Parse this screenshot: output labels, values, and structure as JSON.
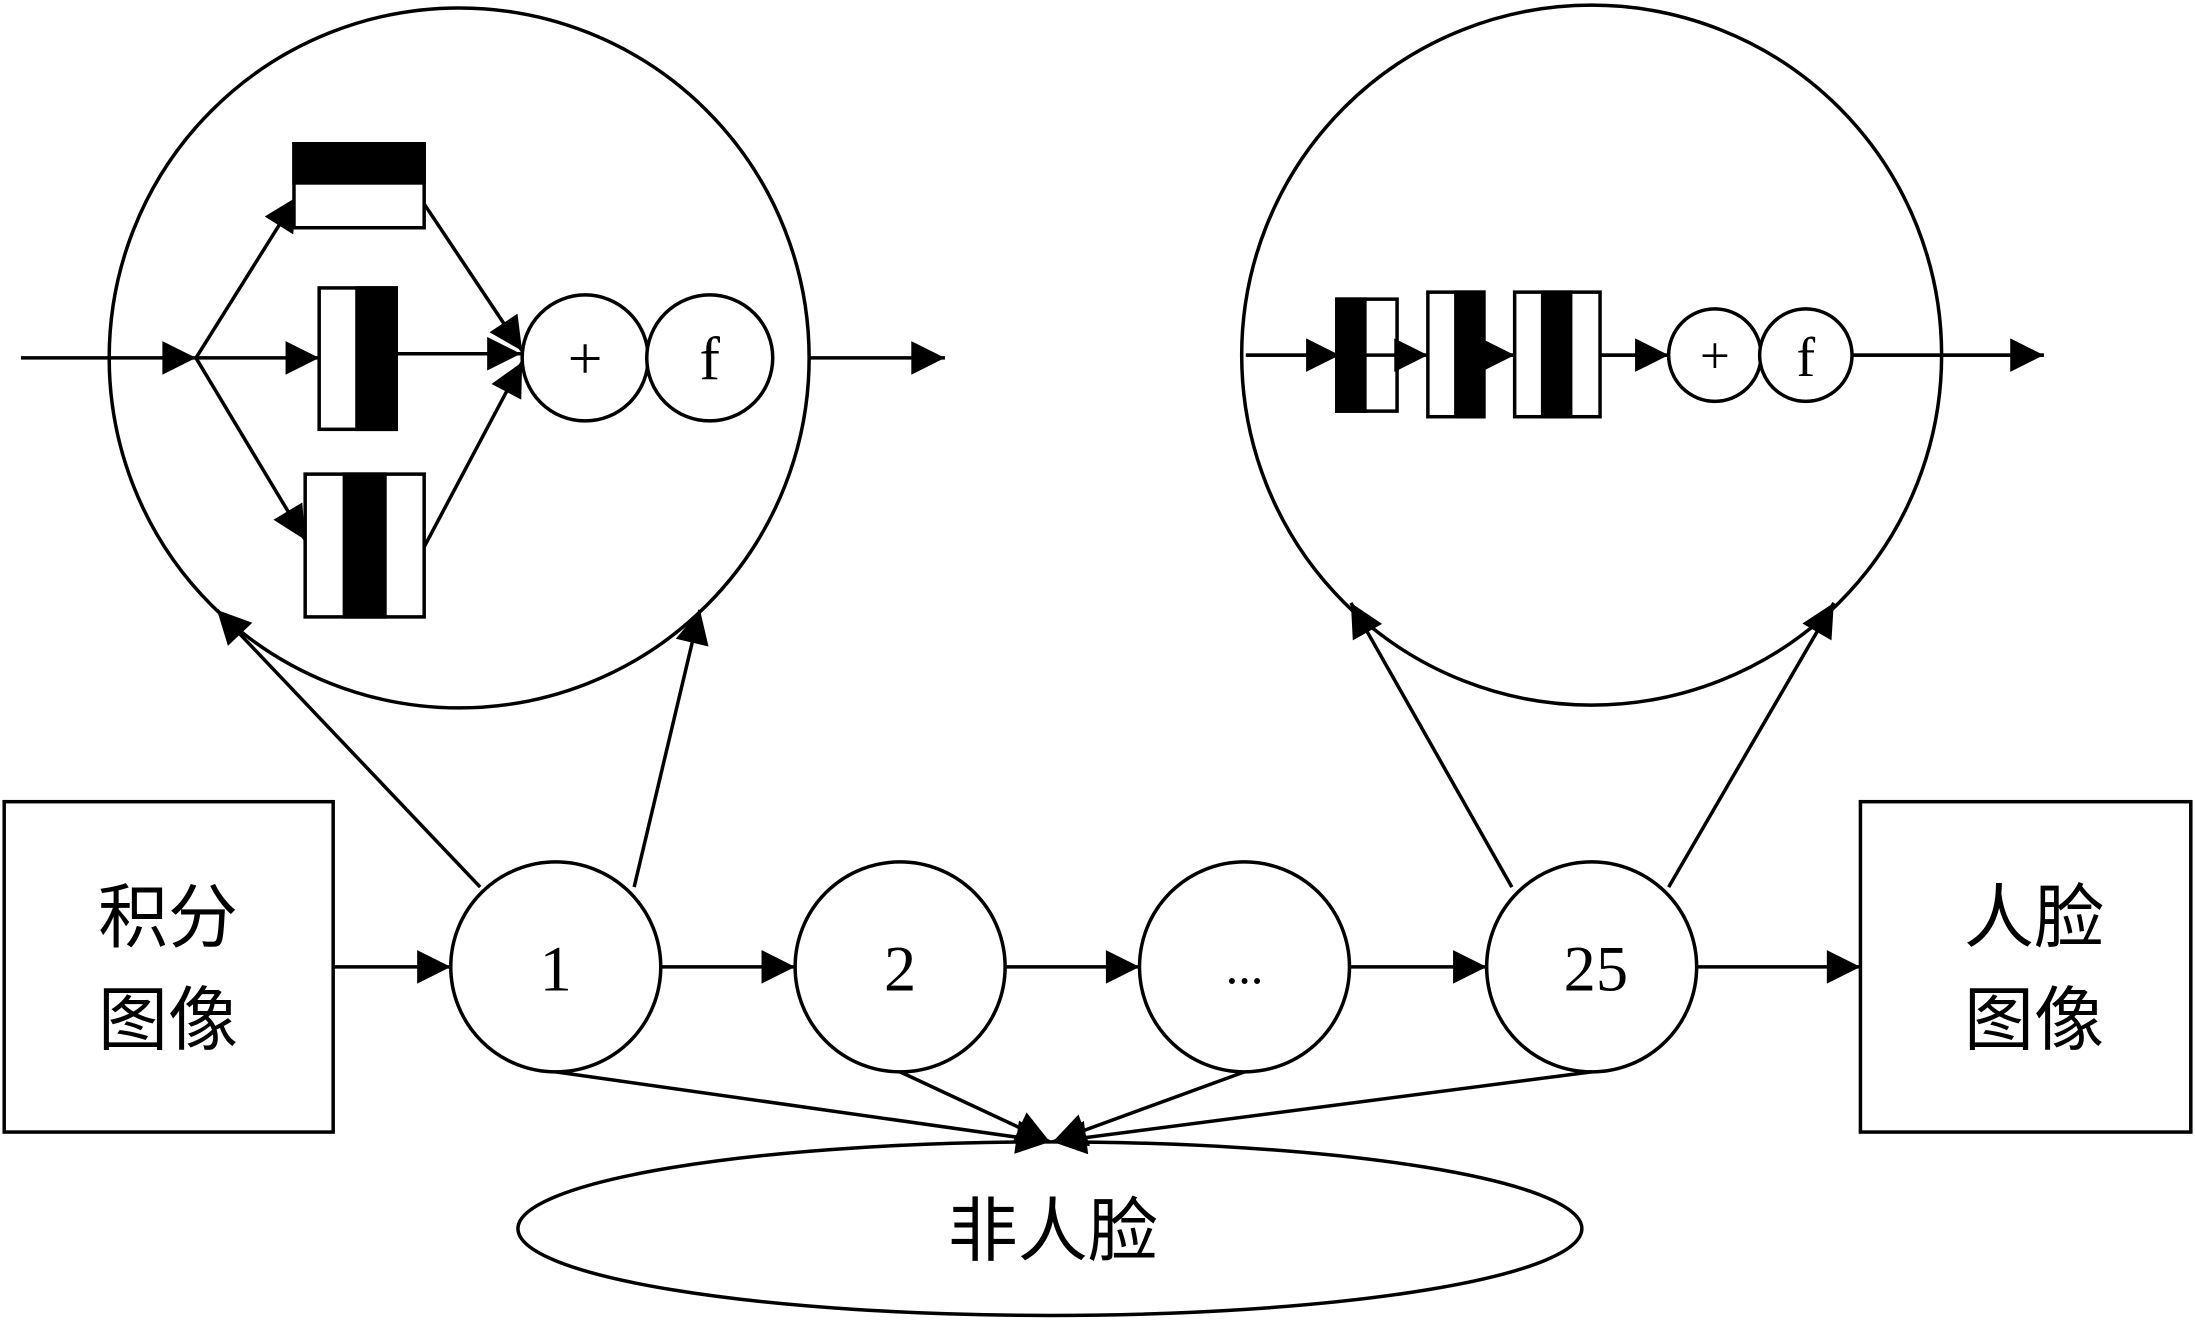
{
  "input_box": {
    "line1": "积分",
    "line2": "图像"
  },
  "output_box": {
    "line1": "人脸",
    "line2": "图像"
  },
  "stages": [
    {
      "label": "1"
    },
    {
      "label": "2"
    },
    {
      "label": "..."
    },
    {
      "label": "25"
    }
  ],
  "reject": {
    "label": "非人脸"
  },
  "detail_left": {
    "sum": "+",
    "func": "f"
  },
  "detail_right": {
    "sum": "+",
    "func": "f"
  },
  "colors": {
    "stroke": "#000000",
    "background": "#ffffff"
  }
}
